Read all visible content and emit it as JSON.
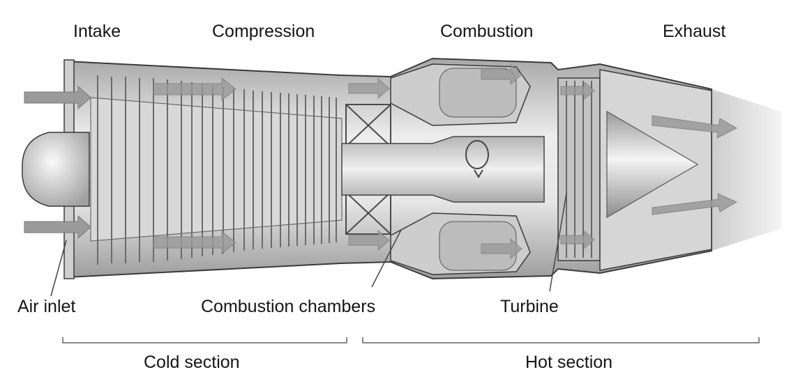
{
  "stages": {
    "intake": "Intake",
    "compression": "Compression",
    "combustion": "Combustion",
    "exhaust": "Exhaust"
  },
  "callouts": {
    "air_inlet": "Air inlet",
    "combustion_chambers": "Combustion chambers",
    "turbine": "Turbine"
  },
  "sections": {
    "cold": "Cold section",
    "hot": "Hot section"
  },
  "colors": {
    "metal_light": "#e4e4e4",
    "metal_mid": "#bdbdbd",
    "metal_dark": "#7a7a7a",
    "line": "#3a3a3a",
    "airflow_arrow": "#9a9a9a"
  }
}
